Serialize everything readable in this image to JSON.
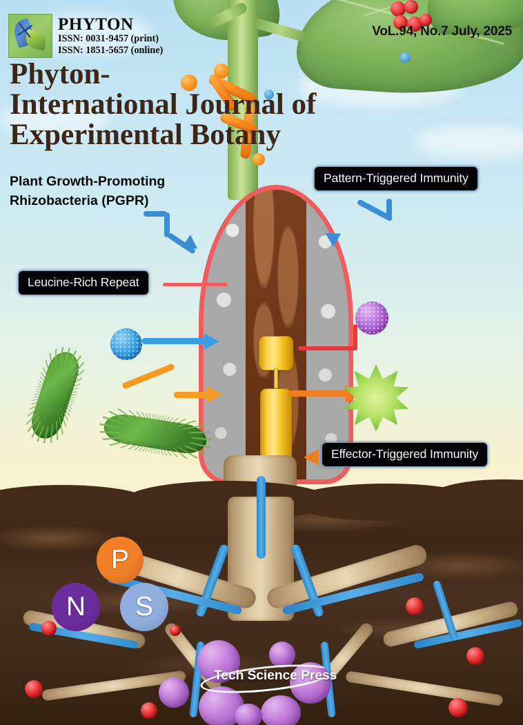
{
  "masthead": {
    "brand": "PHYTON",
    "issn_print": "ISSN: 0031-9457 (print)",
    "issn_online": "ISSN: 1851-5657 (online)",
    "volume": "VoL.94, No.7 July, 2025",
    "logo_icon": "leaf-pair-icon"
  },
  "title": {
    "line1": "Phyton-",
    "line2": "International Journal of",
    "line3": "Experimental Botany",
    "color": "#3d2517"
  },
  "subtitle": {
    "line1": "Plant Growth-Promoting",
    "line2": "Rhizobacteria (PGPR)"
  },
  "callouts": {
    "pattern_triggered": "Pattern-Triggered Immunity",
    "leucine_rich": "Leucine-Rich Repeat",
    "effector_triggered": "Effector-Triggered Immunity",
    "box_fill": "#050508",
    "box_border": "#7d9dc4",
    "text_color": "#f4f4f4"
  },
  "nutrients": [
    {
      "label": "P",
      "color": "#f07f28",
      "name": "phosphorus"
    },
    {
      "label": "N",
      "color": "#6b2d9e",
      "name": "nitrogen"
    },
    {
      "label": "S",
      "color": "#92aede",
      "name": "sulfur"
    }
  ],
  "publisher": {
    "name": "Tech Science Press",
    "swoosh_icon": "swoosh-arc-icon"
  },
  "palette": {
    "sky_top": "#b9e0f2",
    "ground_cream": "#faf3d2",
    "soil_dark": "#3d2615",
    "cell_membrane": "#ef5d5d",
    "cell_tissue": "#a9a9a9",
    "cell_core_brown": "#6e3718",
    "receptor_gold": "#f5c422",
    "arrow_blue": "#3a8fd4",
    "arrow_orange": "#f59a23",
    "bacteria_green": "#4f9a33",
    "nodule_purple": "#c07ad8",
    "root_tan": "#e8d8b4",
    "vessel_blue": "#3a95d6"
  }
}
